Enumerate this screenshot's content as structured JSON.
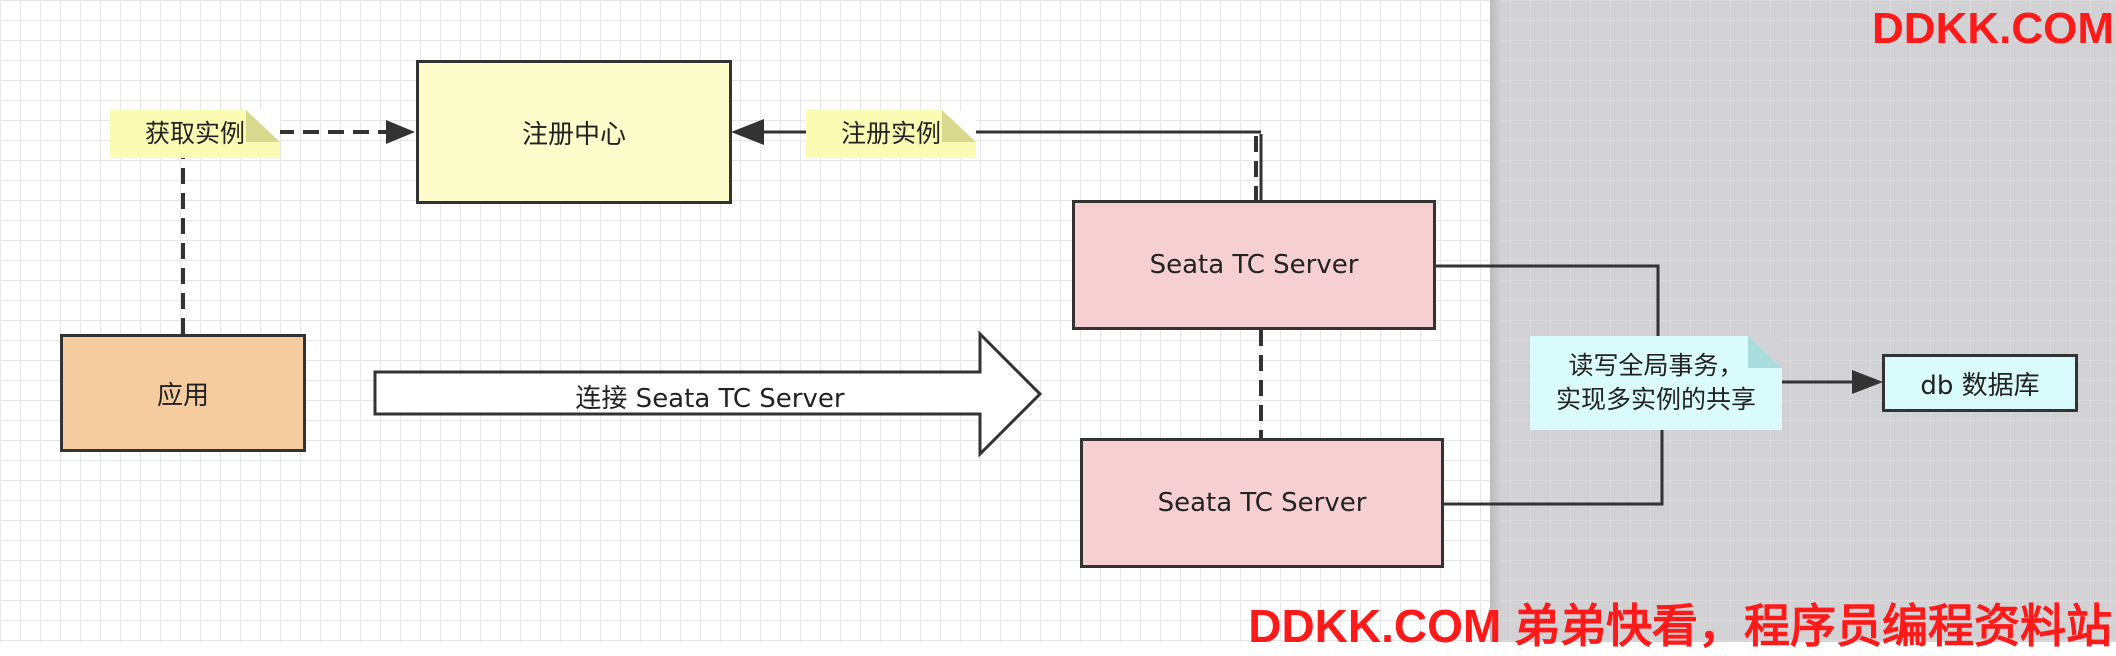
{
  "diagram": {
    "nodes": {
      "registry": "注册中心",
      "app": "应用",
      "server1": "Seata TC Server",
      "server2": "Seata TC Server",
      "db": "db 数据库"
    },
    "notes": {
      "get_instance": "获取实例",
      "register_instance": "注册实例",
      "rw_line1": "读写全局事务，",
      "rw_line2": "实现多实例的共享"
    },
    "arrow_label": "连接 Seata TC Server",
    "colors": {
      "registry_fill": "#fdfdcb",
      "app_fill": "#f5cba0",
      "server_fill": "#f5cfd1",
      "db_fill": "#d9fbfc",
      "note_yellow": "#fbfbb4",
      "note_cyan": "#d9fbfc",
      "watermark": "#ff1a1a"
    }
  },
  "watermark": {
    "top": "DDKK.COM",
    "bottom": "DDKK.COM 弟弟快看，程序员编程资料站"
  }
}
